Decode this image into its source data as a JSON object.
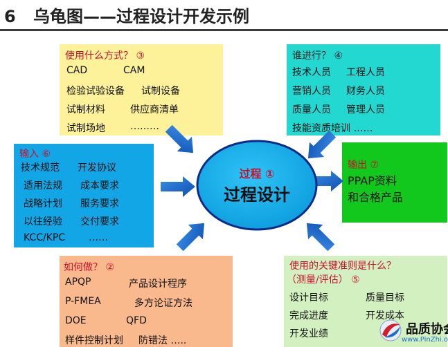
{
  "title": {
    "number": "6",
    "text": "乌龟图——过程设计开发示例"
  },
  "use": {
    "header": "使用什么方式？ ③",
    "lines": [
      [
        "CAD",
        "CAM"
      ],
      [
        "检验试验设备",
        "试制设备"
      ],
      [
        "试制材料",
        "供应商清单"
      ],
      [
        "试制场地",
        "………"
      ]
    ]
  },
  "who": {
    "header": "谁进行？ ④",
    "lines": [
      [
        "技术人员",
        "工程人员"
      ],
      [
        "营销人员",
        "财务人员"
      ],
      [
        "质量人员",
        "管理人员"
      ],
      [
        "技能资质培训 ……",
        ""
      ]
    ]
  },
  "input": {
    "header": "输入 ⑥",
    "lines": [
      [
        "技术规范",
        "开发协议"
      ],
      [
        "适用法规",
        "成本要求"
      ],
      [
        "战略计划",
        "服务要求"
      ],
      [
        "以往经验",
        "交付要求"
      ],
      [
        "KCC/KPC",
        "……"
      ]
    ]
  },
  "output": {
    "header": "输出 ⑦",
    "lines": [
      "PPAP资料",
      "和合格产品"
    ]
  },
  "center": {
    "top": "过程 ①",
    "main": "过程设计"
  },
  "how": {
    "header": "如何做？ ②",
    "lines": [
      [
        "APQP",
        "产品设计程序"
      ],
      [
        "P-FMEA",
        "多方论证方法"
      ],
      [
        "DOE",
        "QFD"
      ],
      [
        "样件控制计划",
        "防错法 ….."
      ]
    ]
  },
  "criteria": {
    "header1": "使用的关键准则是什么？",
    "header2": "（测量/评估） ⑤",
    "lines": [
      [
        "设计目标",
        "质量目标"
      ],
      [
        "完成进度",
        "开发成本"
      ],
      [
        "开发业绩",
        ""
      ]
    ]
  },
  "logo": {
    "name": "品质协会",
    "url": "www.PinZhi.org"
  },
  "colors": {
    "use_bg": "#fdf19a",
    "who_bg": "#22d8d0",
    "input_bg": "#12a6e6",
    "output_bg": "#12c81c",
    "how_bg": "#f9b98d",
    "criteria_bg": "#d3f0c0",
    "ellipse_fill": "#16b4ec",
    "ellipse_stroke": "#0a2a8a",
    "arrow": "#1a6fd0",
    "accent_red": "#c8102e"
  }
}
